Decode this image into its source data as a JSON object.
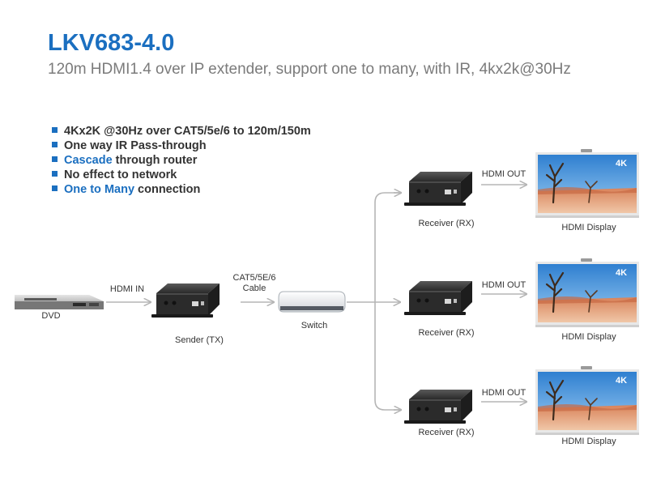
{
  "header": {
    "title": "LKV683-4.0",
    "subtitle": "120m HDMI1.4 over IP extender, support one to many, with IR, 4kx2k@30Hz"
  },
  "features": [
    {
      "prefix": "",
      "highlight": "",
      "text": "4Kx2K @30Hz over CAT5/5e/6 to 120m/150m"
    },
    {
      "prefix": "",
      "highlight": "",
      "text": "One way IR Pass-through"
    },
    {
      "prefix": "",
      "highlight": "Cascade",
      "text": " through router"
    },
    {
      "prefix": "",
      "highlight": "",
      "text": "No effect to network"
    },
    {
      "prefix": "",
      "highlight": "One to Many",
      "text": " connection"
    }
  ],
  "diagram": {
    "dvd_label": "DVD",
    "hdmi_in_label": "HDMI IN",
    "sender_label": "Sender (TX)",
    "cable_label_line1": "CAT5/5E/6",
    "cable_label_line2": "Cable",
    "switch_label": "Switch",
    "receivers": [
      {
        "label": "Receiver (RX)",
        "out_label": "HDMI OUT",
        "display_label": "HDMI Display",
        "badge": "4K"
      },
      {
        "label": "Receiver (RX)",
        "out_label": "HDMI OUT",
        "display_label": "HDMI Display",
        "badge": "4K"
      },
      {
        "label": "Receiver (RX)",
        "out_label": "HDMI OUT",
        "display_label": "HDMI Display",
        "badge": "4K"
      }
    ]
  },
  "colors": {
    "accent": "#1b6fc0",
    "text": "#333333",
    "subtitle": "#7b7b7b",
    "line": "#bdbdbd"
  }
}
